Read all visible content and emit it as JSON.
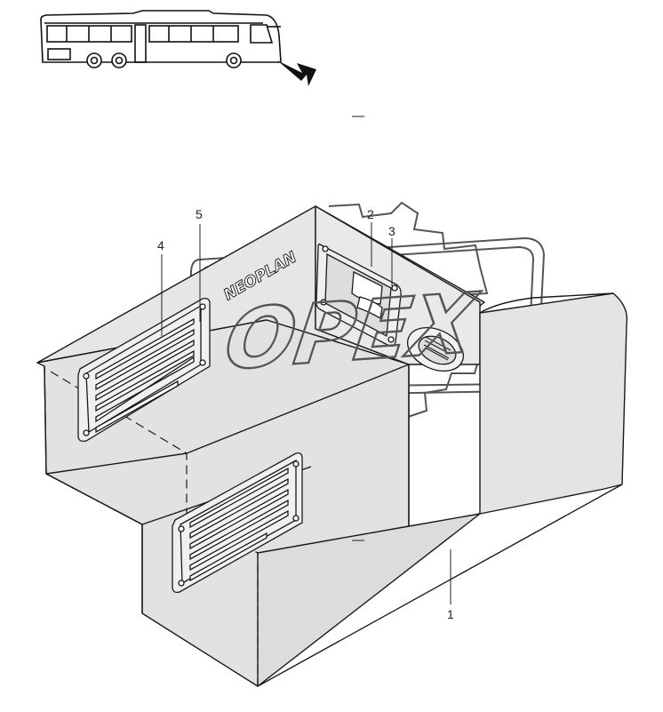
{
  "thumbnail": {
    "icon": "bus-side-view-icon",
    "pointer": "arrow-pointer-icon"
  },
  "brand_label": "NEOPLAN",
  "watermark_text": "OPEX",
  "callouts": [
    {
      "label": "1"
    },
    {
      "label": "2"
    },
    {
      "label": "3"
    },
    {
      "label": "4"
    },
    {
      "label": "5"
    }
  ],
  "colors": {
    "panel": "#e4e4e4",
    "stroke": "#1a1a1a",
    "watermark": "#555555"
  }
}
